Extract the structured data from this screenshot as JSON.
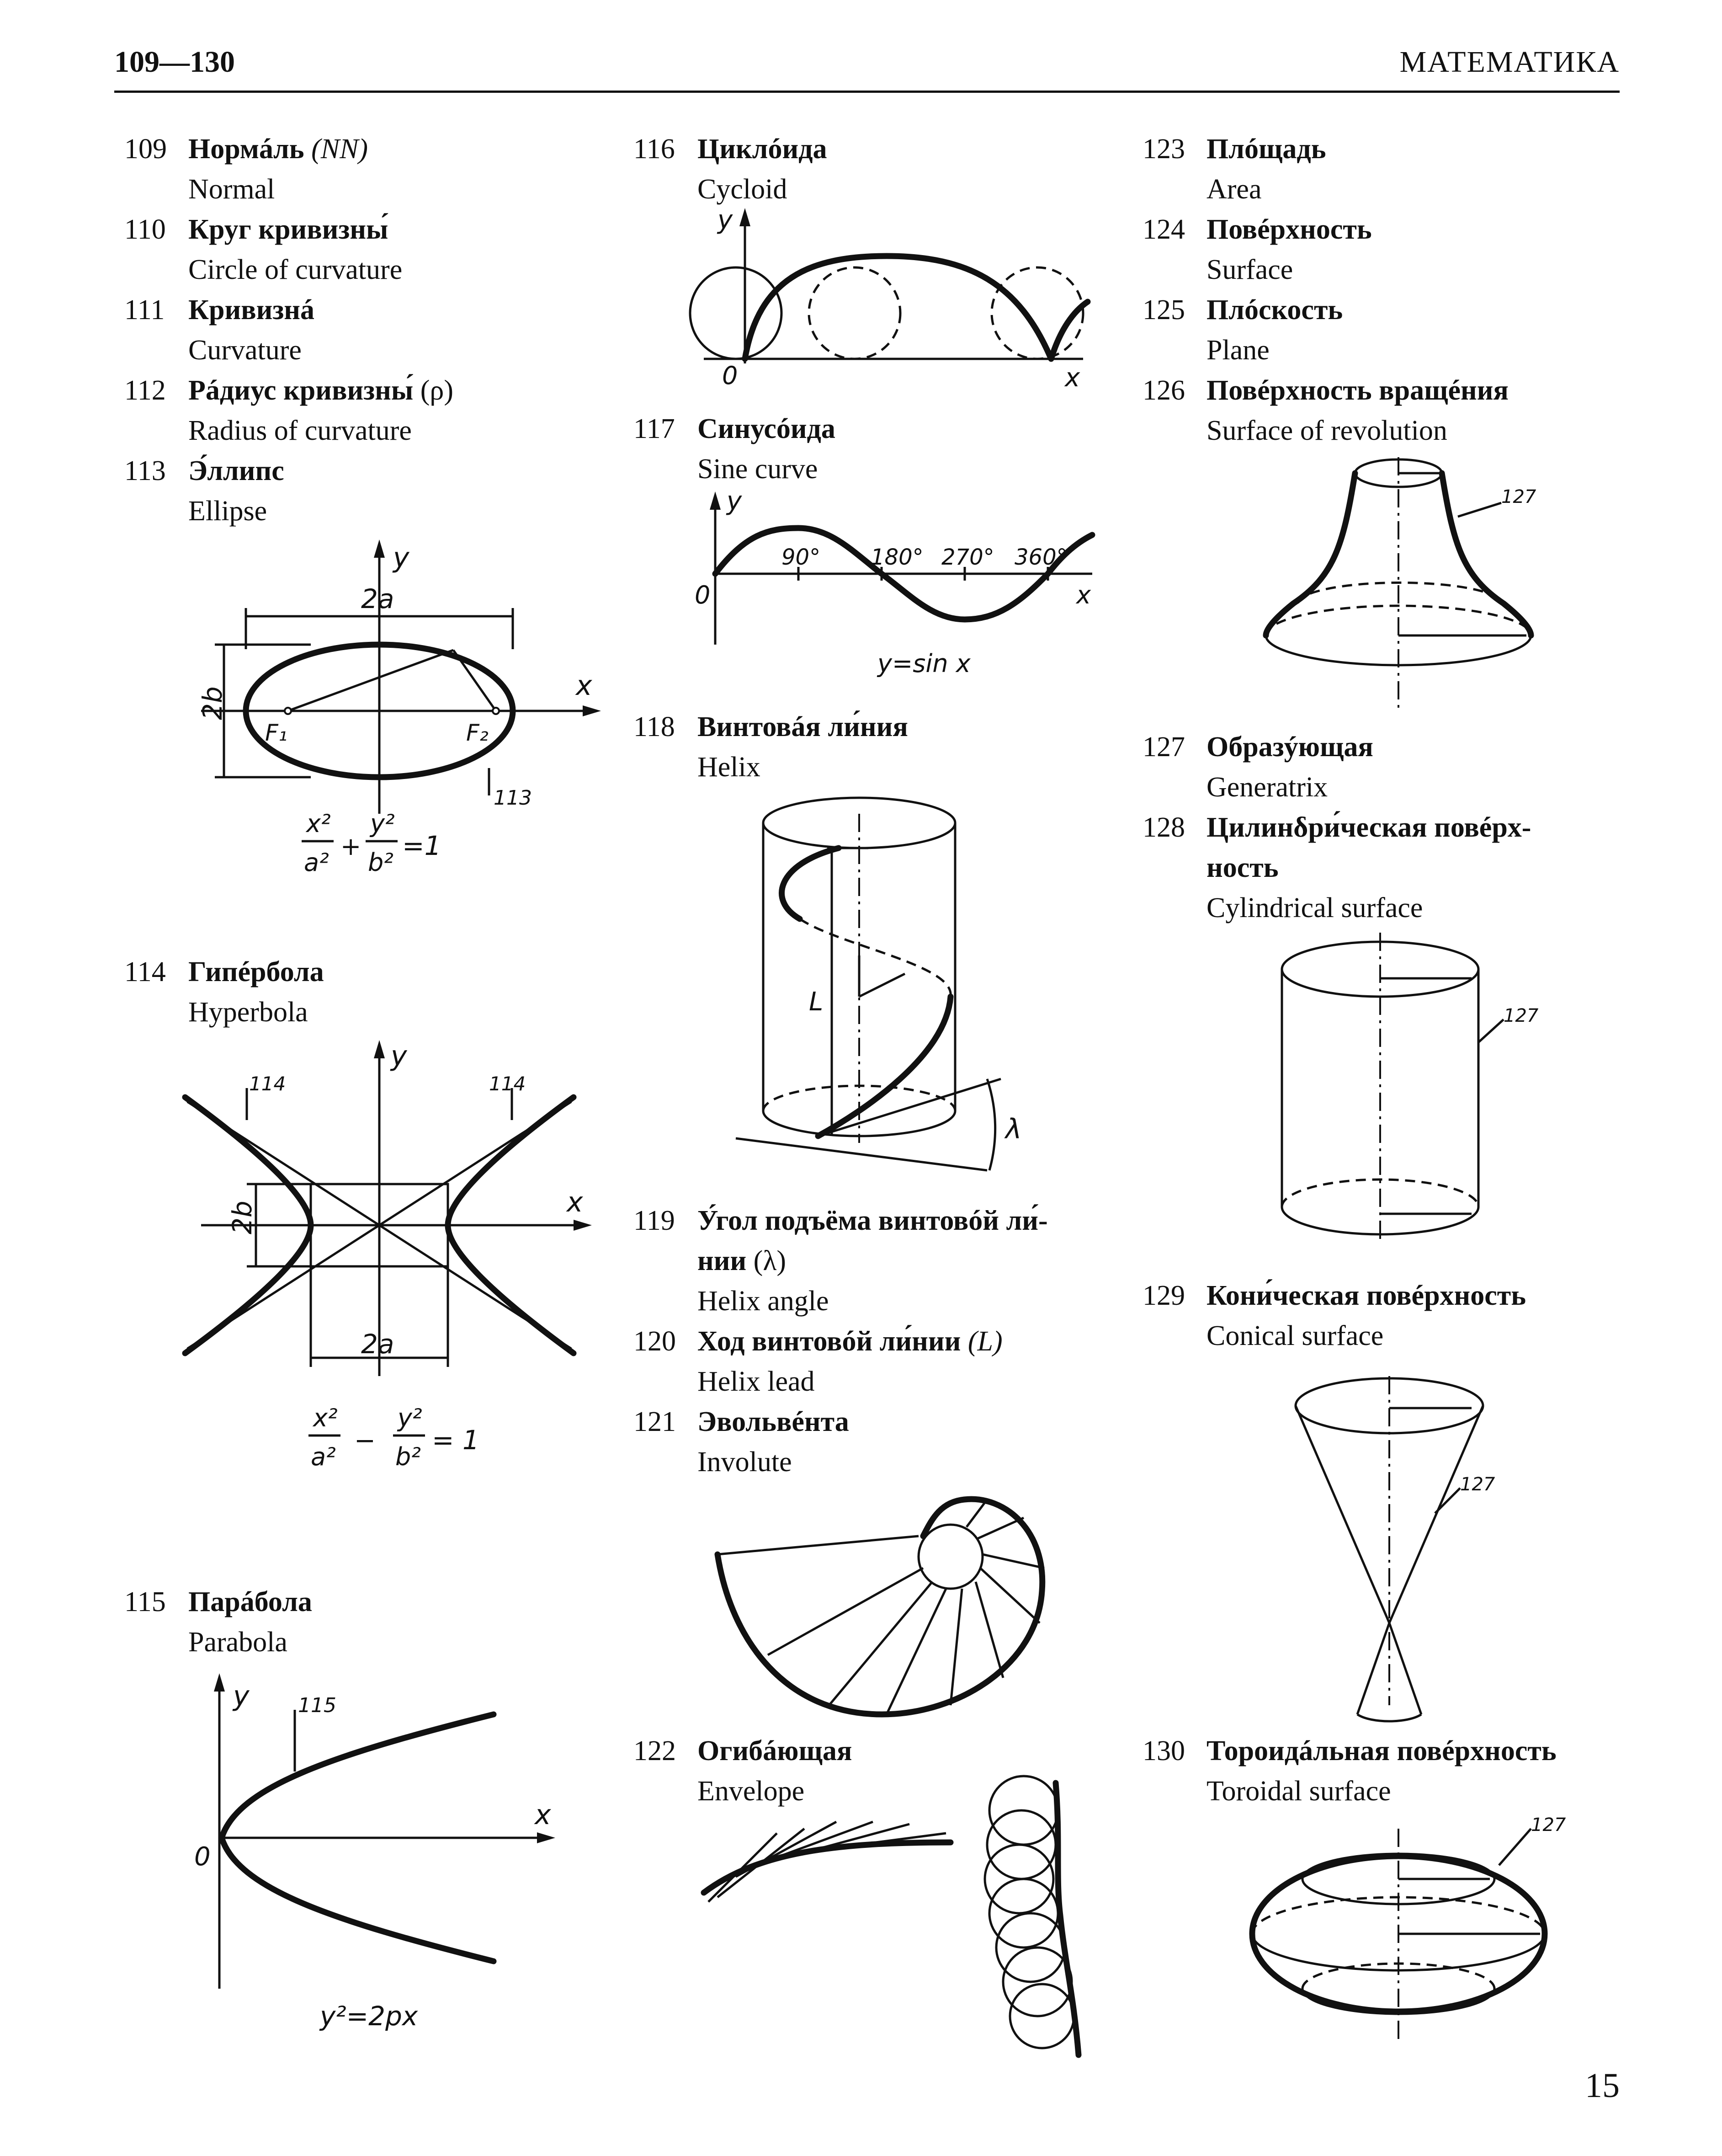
{
  "header": {
    "range": "109—130",
    "title": "МАТЕМАТИКА"
  },
  "entries": [
    {
      "num": "109",
      "ru": "Нормáль",
      "ru_extra": "(NN)",
      "en": "Normal"
    },
    {
      "num": "110",
      "ru": "Круг кривизны́",
      "en": "Circle of curvature"
    },
    {
      "num": "111",
      "ru": "Кривизнá",
      "en": "Curvature"
    },
    {
      "num": "112",
      "ru": "Рáдиус кривизны́",
      "ru_extra": "(ρ)",
      "en": "Radius of curvature"
    },
    {
      "num": "113",
      "ru": "Э́ллипс",
      "en": "Ellipse"
    },
    {
      "num": "114",
      "ru": "Гипéрбола",
      "en": "Hyperbola"
    },
    {
      "num": "115",
      "ru": "Парáбола",
      "en": "Parabola"
    },
    {
      "num": "116",
      "ru": "Циклóида",
      "en": "Cycloid"
    },
    {
      "num": "117",
      "ru": "Синусóида",
      "en": "Sine curve"
    },
    {
      "num": "118",
      "ru": "Винтовáя ли́ния",
      "en": "Helix"
    },
    {
      "num": "119",
      "ru": "У́гол подъёма винтовóй ли́-",
      "ru_line2": "нии",
      "ru_extra": "(λ)",
      "en": "Helix angle"
    },
    {
      "num": "120",
      "ru": "Ход винтовóй ли́нии",
      "ru_extra": "(L)",
      "en": "Helix lead"
    },
    {
      "num": "121",
      "ru": "Эвольвéнта",
      "en": "Involute"
    },
    {
      "num": "122",
      "ru": "Огибáющая",
      "en": "Envelope"
    },
    {
      "num": "123",
      "ru": "Плóщадь",
      "en": "Area"
    },
    {
      "num": "124",
      "ru": "Повéрхность",
      "en": "Surface"
    },
    {
      "num": "125",
      "ru": "Плóскость",
      "en": "Plane"
    },
    {
      "num": "126",
      "ru": "Повéрхность вращéния",
      "en": "Surface of revolution"
    },
    {
      "num": "127",
      "ru": "Образýющая",
      "en": "Generatrix"
    },
    {
      "num": "128",
      "ru": "Цилинδри́ческая повéрх-",
      "ru_line2": "ность",
      "en": "Cylindrical surface"
    },
    {
      "num": "129",
      "ru": "Кони́ческая повéрхность",
      "en": "Conical surface"
    },
    {
      "num": "130",
      "ru": "Тороидáльная повéрхность",
      "en": "Toroidal surface"
    }
  ],
  "figures": {
    "ellipse": {
      "y": "y",
      "x": "x",
      "a": "2a",
      "b": "2b",
      "f1": "F₁",
      "f2": "F₂",
      "ref": "113",
      "formula_x": "x²",
      "formula_a": "a²",
      "formula_y": "y²",
      "formula_b": "b²",
      "formula_rhs": "=1",
      "plus": "+"
    },
    "hyperbola": {
      "y": "y",
      "x": "x",
      "a": "2a",
      "b": "2b",
      "ref_left": "114",
      "ref_right": "114",
      "formula_x": "x²",
      "formula_a": "a²",
      "formula_y": "y²",
      "formula_b": "b²",
      "formula_rhs": "= 1",
      "minus": "−"
    },
    "parabola": {
      "y": "y",
      "x": "x",
      "o": "0",
      "ref": "115",
      "formula": "y²=2px"
    },
    "cycloid": {
      "y": "y",
      "x": "x",
      "o": "0"
    },
    "sine": {
      "y": "y",
      "x": "x",
      "o": "0",
      "t90": "90°",
      "t180": "180°",
      "t270": "270°",
      "t360": "360°",
      "formula": "y=sin x"
    },
    "helix": {
      "l": "L",
      "lambda": "λ"
    },
    "revolution": {
      "ref": "127"
    },
    "cylinder": {
      "ref": "127"
    },
    "cone": {
      "ref": "127"
    },
    "torus": {
      "ref": "127"
    }
  },
  "page_number": "15"
}
